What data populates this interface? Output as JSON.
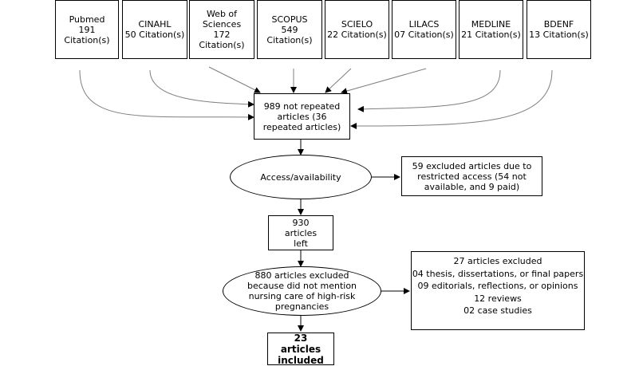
{
  "sources": [
    {
      "name": "Pubmed",
      "count": "191",
      "unit": "Citation(s)"
    },
    {
      "name": "CINAHL",
      "count": "50",
      "unit": "Citation(s)"
    },
    {
      "name": "Web of Sciences",
      "count": "172",
      "unit": "Citation(s)"
    },
    {
      "name": "SCOPUS",
      "count": "549",
      "unit": "Citation(s)"
    },
    {
      "name": "SCIELO",
      "count": "22",
      "unit": "Citation(s)"
    },
    {
      "name": "LILACS",
      "count": "07",
      "unit": "Citation(s)"
    },
    {
      "name": "MEDLINE",
      "count": "21",
      "unit": "Citation(s)"
    },
    {
      "name": "BDENF",
      "count": "13",
      "unit": "Citation(s)"
    }
  ],
  "merged": "989 not repeated articles (36 repeated articles)",
  "access_step": "Access/availability",
  "access_excluded": "59 excluded articles due to restricted access (54 not available, and 9 paid)",
  "remaining": "930 articles left",
  "content_step": "880 articles excluded because did not mention nursing care of high-risk pregnancies",
  "content_excluded": [
    "27 articles excluded",
    "04 thesis, dissertations, or final papers",
    "09 editorials, reflections, or opinions",
    "12 reviews",
    "02 case studies"
  ],
  "included": "23 articles included"
}
